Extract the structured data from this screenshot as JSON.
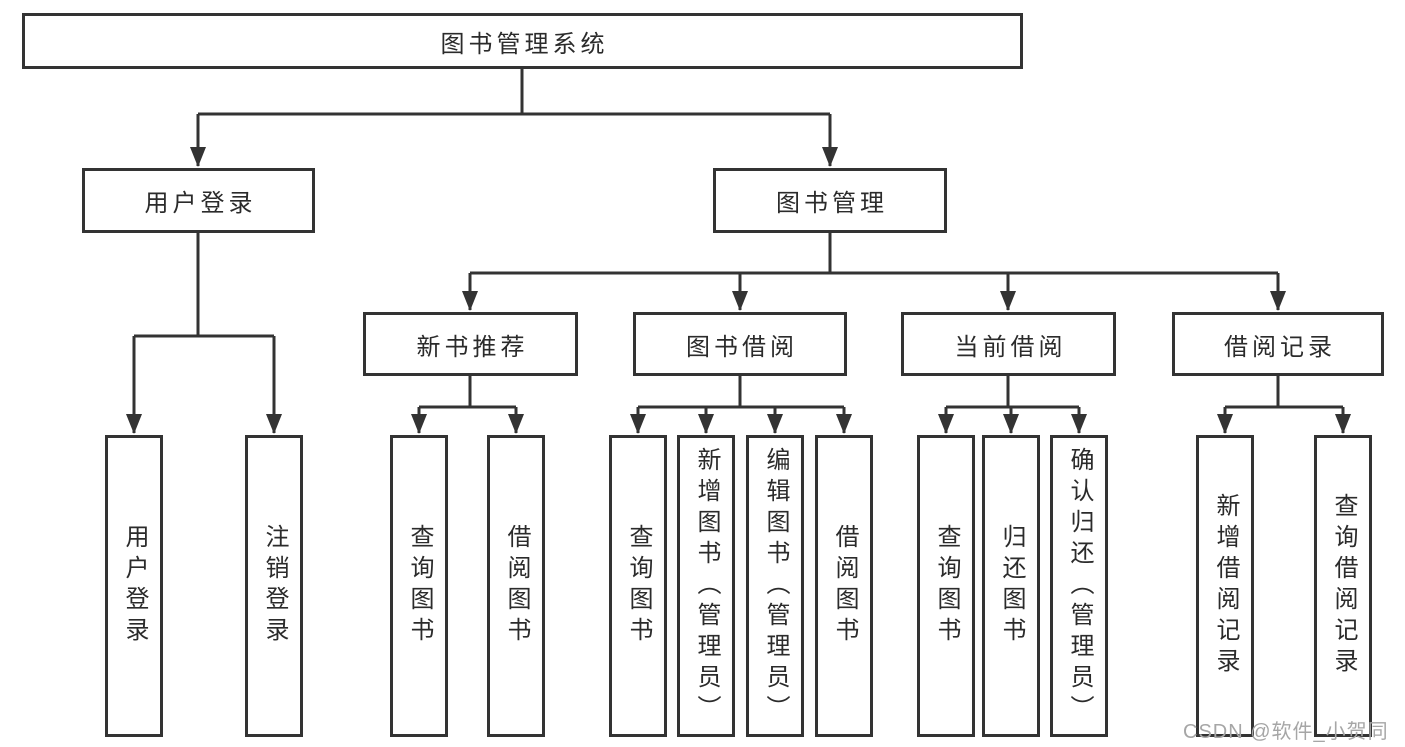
{
  "diagram": {
    "root": {
      "label": "图书管理系统"
    },
    "branches": [
      {
        "label": "用户登录",
        "children": [
          {
            "label": "用户登录"
          },
          {
            "label": "注销登录"
          }
        ]
      },
      {
        "label": "图书管理",
        "children": [
          {
            "label": "新书推荐",
            "children": [
              {
                "label": "查询图书"
              },
              {
                "label": "借阅图书"
              }
            ]
          },
          {
            "label": "图书借阅",
            "children": [
              {
                "label": "查询图书"
              },
              {
                "label": "新增图书（管理员）"
              },
              {
                "label": "编辑图书（管理员）"
              },
              {
                "label": "借阅图书"
              }
            ]
          },
          {
            "label": "当前借阅",
            "children": [
              {
                "label": "查询图书"
              },
              {
                "label": "归还图书"
              },
              {
                "label": "确认归还（管理员）"
              }
            ]
          },
          {
            "label": "借阅记录",
            "children": [
              {
                "label": "新增借阅记录"
              },
              {
                "label": "查询借阅记录"
              }
            ]
          }
        ]
      }
    ]
  },
  "watermark": {
    "text": "CSDN @软件_小贺同学"
  },
  "colors": {
    "line": "#333333",
    "box_border": "#333333",
    "text": "#2b2b2b",
    "watermark": "#a6a6a6",
    "background": "#ffffff"
  }
}
